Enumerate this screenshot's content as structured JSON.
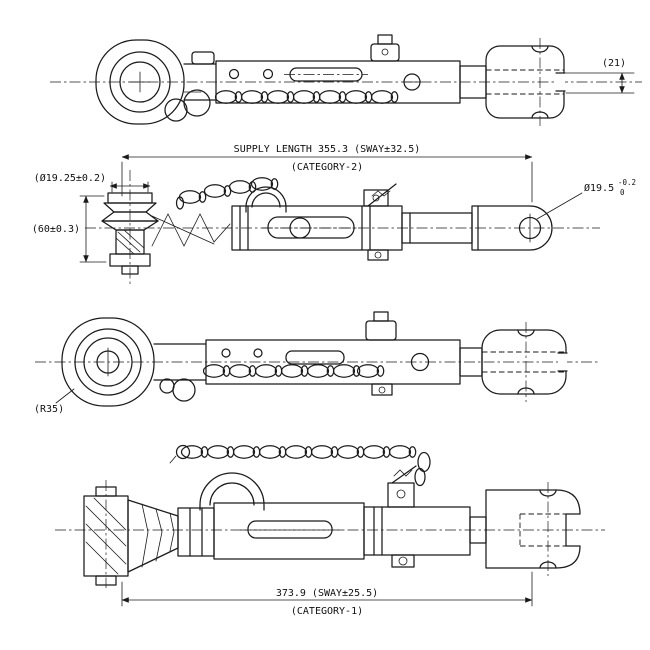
{
  "drawing": {
    "view1": {
      "width_dim": "(21)"
    },
    "view2": {
      "supply_length": "SUPPLY LENGTH 355.3 (SWAY±32.5)",
      "category": "(CATEGORY-2)",
      "pin_diameter": "(Ø19.25±0.2)",
      "boot_height": "(60±0.3)",
      "eye_diameter": "Ø19.5",
      "eye_tol_upper": "-0.2",
      "eye_tol_lower": "0"
    },
    "view3": {
      "eye_radius": "(R35)"
    },
    "view4": {
      "overall_length": "373.9 (SWAY±25.5)",
      "category": "(CATEGORY-1)"
    }
  }
}
